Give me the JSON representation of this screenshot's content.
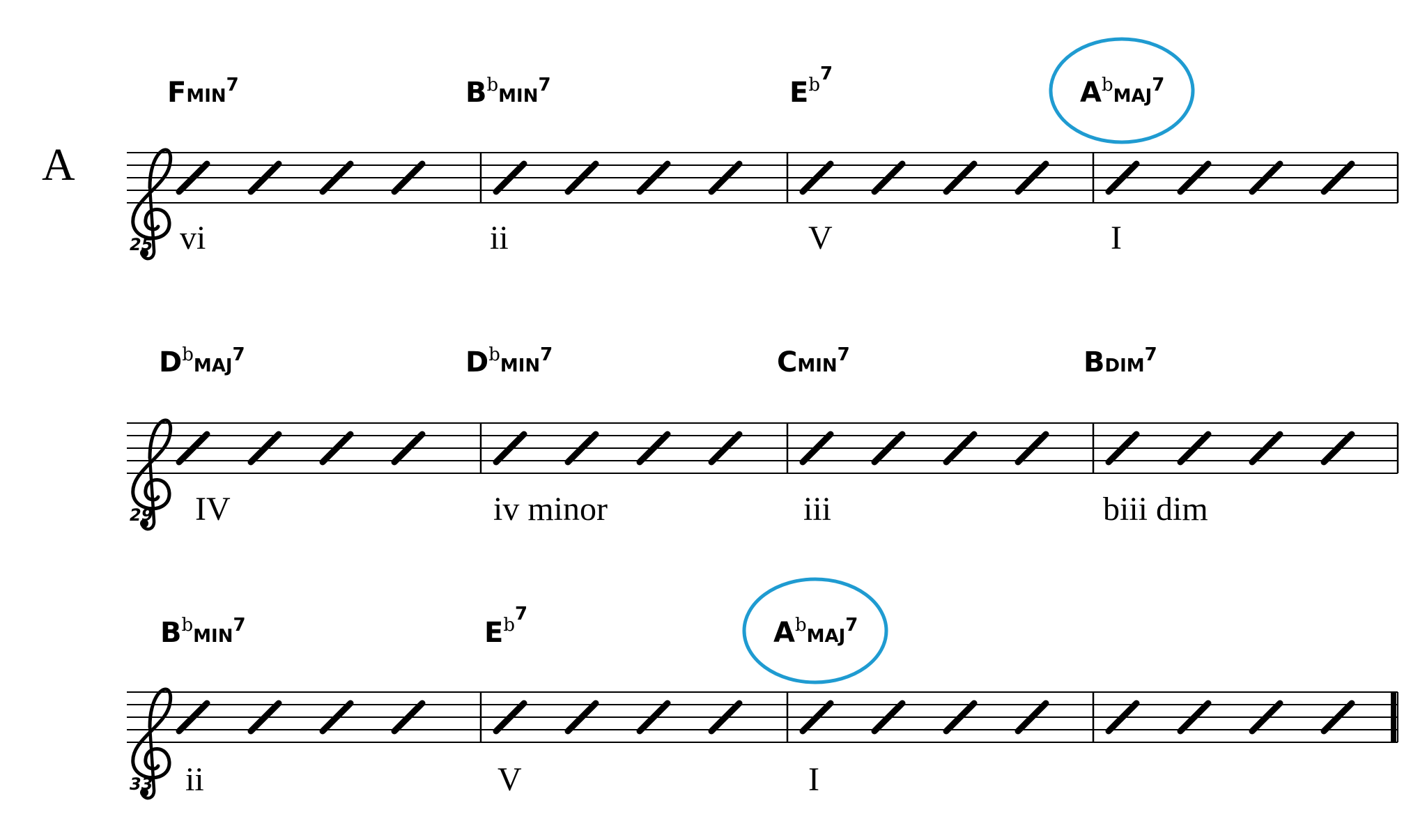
{
  "section_label": "A",
  "colors": {
    "ink": "#000000",
    "highlight": "#1f9bd1"
  },
  "systems": [
    {
      "measure_number": "25",
      "final_barline": false,
      "chords": [
        {
          "root": "F",
          "accidental": "",
          "quality": "MIN",
          "ext": "7",
          "highlighted": false
        },
        {
          "root": "B",
          "accidental": "b",
          "quality": "MIN",
          "ext": "7",
          "highlighted": false
        },
        {
          "root": "E",
          "accidental": "b",
          "quality": "",
          "ext": "7",
          "highlighted": false
        },
        {
          "root": "A",
          "accidental": "b",
          "quality": "MAJ",
          "ext": "7",
          "highlighted": true
        }
      ],
      "numerals": [
        "vi",
        "ii",
        "V",
        "I"
      ]
    },
    {
      "measure_number": "29",
      "final_barline": false,
      "chords": [
        {
          "root": "D",
          "accidental": "b",
          "quality": "MAJ",
          "ext": "7",
          "highlighted": false
        },
        {
          "root": "D",
          "accidental": "b",
          "quality": "MIN",
          "ext": "7",
          "highlighted": false
        },
        {
          "root": "C",
          "accidental": "",
          "quality": "MIN",
          "ext": "7",
          "highlighted": false
        },
        {
          "root": "B",
          "accidental": "",
          "quality": "DIM",
          "ext": "7",
          "highlighted": false
        }
      ],
      "numerals": [
        "IV",
        "iv minor",
        "iii",
        "biii dim"
      ]
    },
    {
      "measure_number": "33",
      "final_barline": true,
      "chords": [
        {
          "root": "B",
          "accidental": "b",
          "quality": "MIN",
          "ext": "7",
          "highlighted": false
        },
        {
          "root": "E",
          "accidental": "b",
          "quality": "",
          "ext": "7",
          "highlighted": false
        },
        {
          "root": "A",
          "accidental": "b",
          "quality": "MAJ",
          "ext": "7",
          "highlighted": true
        },
        null
      ],
      "numerals": [
        "ii",
        "V",
        "I",
        ""
      ]
    }
  ]
}
